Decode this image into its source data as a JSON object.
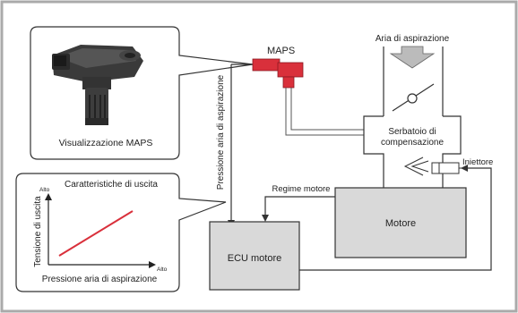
{
  "labels": {
    "maps": "MAPS",
    "air_intake": "Aria di aspirazione",
    "surge_tank_line1": "Serbatoio di",
    "surge_tank_line2": "compensazione",
    "injector": "Iniettore",
    "engine_speed": "Regime motore",
    "engine": "Motore",
    "ecu": "ECU motore",
    "intake_pressure_vertical": "Pressione aria di aspirazione"
  },
  "callouts": {
    "maps_view": "Visualizzazione MAPS",
    "output_title": "Caratteristiche di uscita",
    "y_axis": "Tensione di uscita",
    "y_high": "Alto",
    "x_high": "Alto",
    "x_axis": "Pressione aria di aspirazione"
  },
  "colors": {
    "sensor_red": "#d9303b",
    "engine_gray": "#d9d9d9",
    "border_gray": "#aaaaaa",
    "line_dark": "#333333"
  }
}
